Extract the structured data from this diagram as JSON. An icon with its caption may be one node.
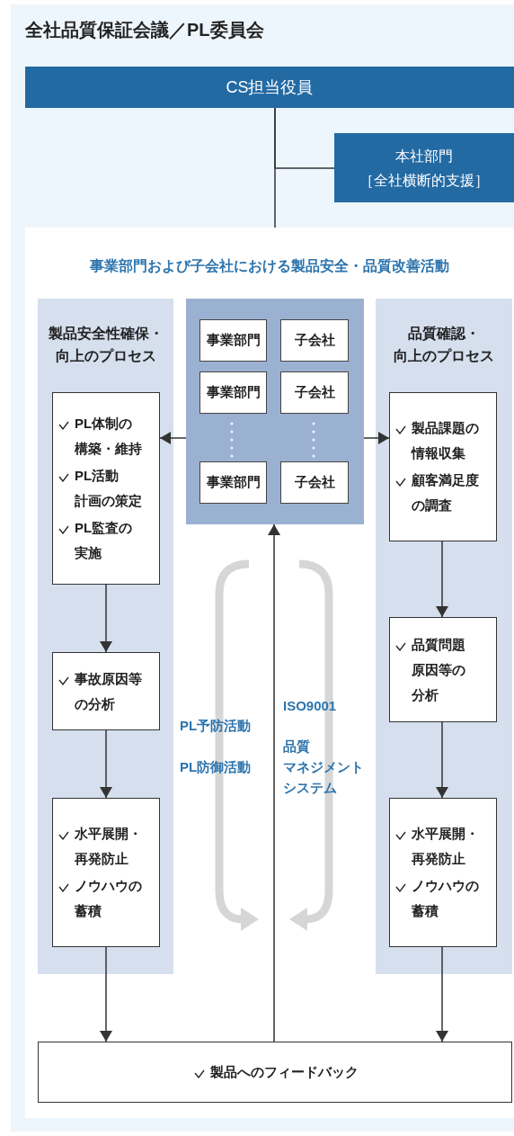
{
  "diagram": {
    "title": "全社品質保証会議／PL委員会",
    "nodes": [
      {
        "text": [
          "CS担当役員"
        ]
      },
      {
        "text": [
          "本社部門",
          "［全社横断的支援］"
        ]
      },
      {
        "text": [
          "事業部門および子会社における製品安全・品質改善活動"
        ]
      },
      {
        "text": [
          "製品安全性確保・向上のプロセス"
        ],
        "in": 2
      },
      {
        "text": [
          "PL体制の構築・維持",
          "PL活動計画の策定",
          "PL監査の実施"
        ],
        "in": 3
      },
      {
        "text": [
          "事故原因等の分析"
        ],
        "in": 3
      },
      {
        "text": [
          "水平展開・再発防止",
          "ノウハウの蓄積"
        ],
        "in": 3
      },
      {
        "text": [],
        "shape": "box",
        "in": 2
      },
      {
        "text": [
          "事業部門"
        ],
        "in": 7
      },
      {
        "text": [
          "子会社"
        ],
        "in": 7
      },
      {
        "text": [
          "事業部門"
        ],
        "in": 7
      },
      {
        "text": [
          "子会社"
        ],
        "in": 7
      },
      {
        "text": [
          "事業部門"
        ],
        "in": 7
      },
      {
        "text": [
          "子会社"
        ],
        "in": 7
      },
      {
        "text": [
          "品質確認・向上のプロセス"
        ],
        "in": 2
      },
      {
        "text": [
          "製品課題の情報収集",
          "顧客満足度の調査"
        ],
        "in": 14
      },
      {
        "text": [
          "品質問題原因等の分析"
        ],
        "in": 14
      },
      {
        "text": [
          "水平展開・再発防止",
          "ノウハウの蓄積"
        ],
        "in": 14
      },
      {
        "text": [
          "製品へのフィードバック"
        ],
        "in": 2
      }
    ],
    "edges": [
      {
        "from": 0,
        "to": 1,
        "arrow": "none"
      },
      {
        "from": 0,
        "to": 2,
        "arrow": "none"
      },
      {
        "from": 7,
        "to": 4,
        "arrow": "to"
      },
      {
        "from": 7,
        "to": 15,
        "arrow": "to"
      },
      {
        "from": 4,
        "to": 5,
        "arrow": "to"
      },
      {
        "from": 5,
        "to": 6,
        "arrow": "to"
      },
      {
        "from": 6,
        "to": 18,
        "arrow": "to"
      },
      {
        "from": 15,
        "to": 16,
        "arrow": "to"
      },
      {
        "from": 16,
        "to": 17,
        "arrow": "to"
      },
      {
        "from": 17,
        "to": 18,
        "arrow": "to"
      },
      {
        "from": 18,
        "to": 7,
        "arrow": "to"
      }
    ],
    "labels": [
      "PL予防活動",
      "PL防御活動",
      "ISO9001",
      "品質マネジメントシステム"
    ]
  }
}
